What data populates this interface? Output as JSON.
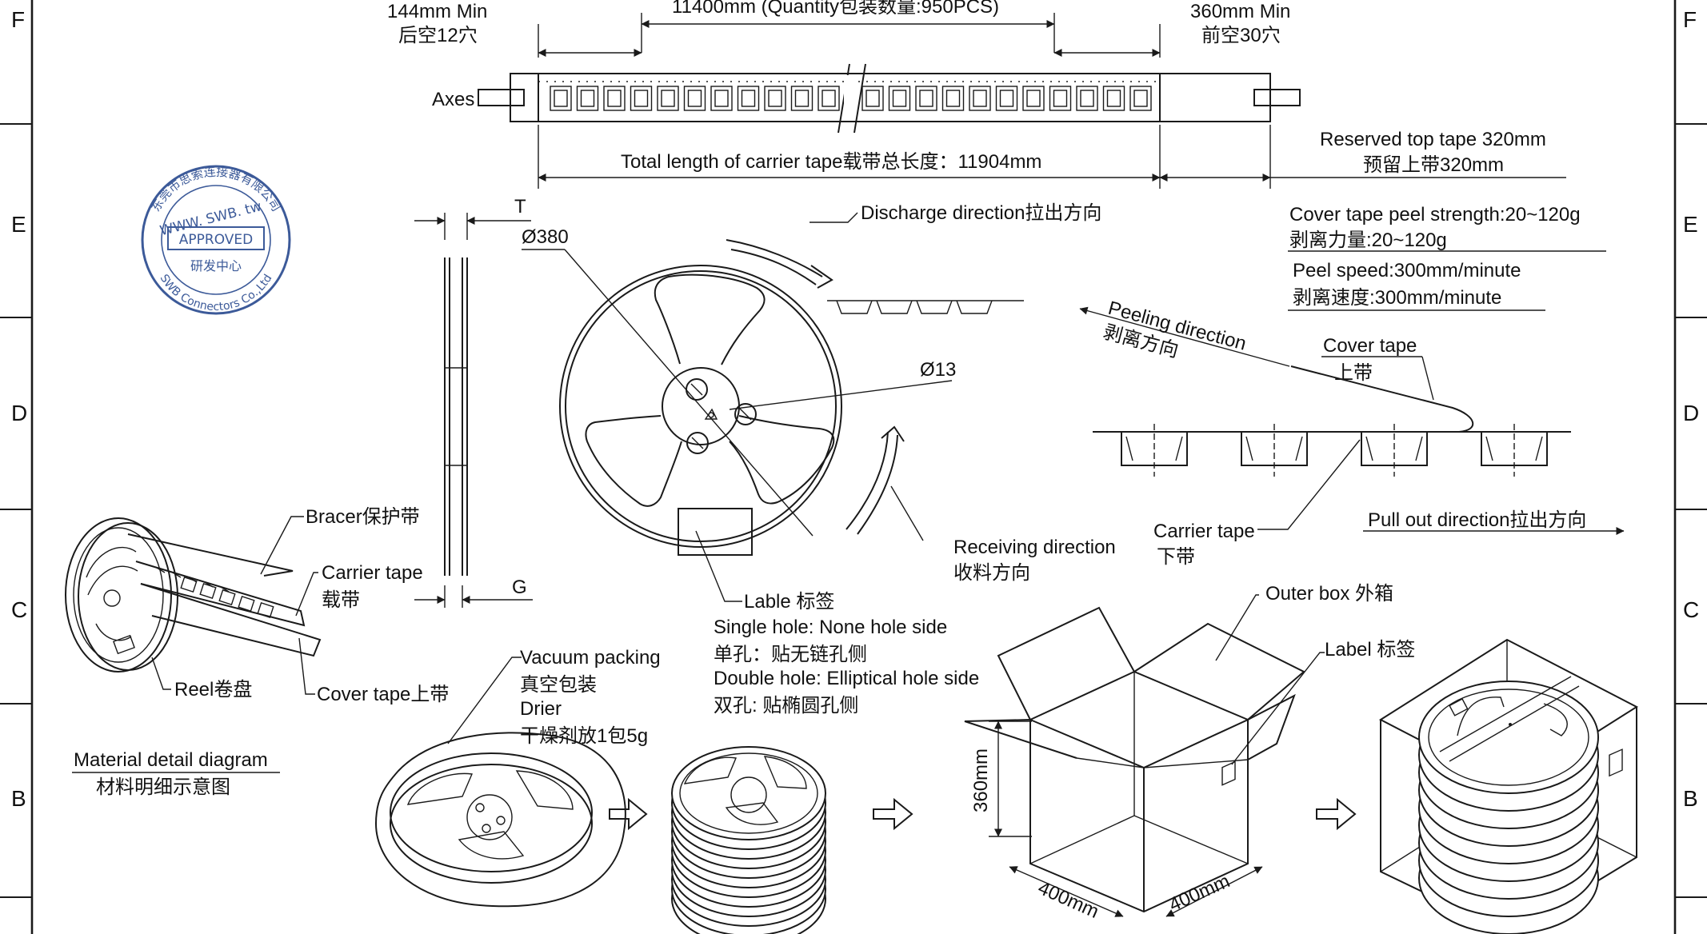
{
  "frame": {
    "zone_letters": [
      "F",
      "E",
      "D",
      "C",
      "B"
    ]
  },
  "tape_dims": {
    "left_min": "144mm Min",
    "left_cn": "后空12穴",
    "mid_length": "11400mm (Quantity包装数量:950PCS)",
    "right_min": "360mm Min",
    "right_cn": "前空30穴",
    "axes": "Axes",
    "total_length": "Total length of carrier tape载带总长度：11904mm",
    "reserved_en": "Reserved top tape 320mm",
    "reserved_cn": "预留上带320mm"
  },
  "stamp": {
    "company_cn": "东莞市思索连接器有限公司",
    "site": "WWW. SWB. tw",
    "status": "APPROVED",
    "dept": "研发中心",
    "company_en": "SWB Connectors Co.,Ltd"
  },
  "reel": {
    "t_label": "T",
    "g_label": "G",
    "dia_outer": "Ø380",
    "dia_hole": "Ø13",
    "discharge": "Discharge direction拉出方向",
    "receiving_en": "Receiving direction",
    "receiving_cn": "收料方向",
    "label_title": "Lable 标签",
    "single_en": "Single hole: None hole side",
    "single_cn": "单孔：贴无链孔侧",
    "double_en": "Double hole: Elliptical hole side",
    "double_cn": "双孔: 贴椭圆孔侧"
  },
  "peel": {
    "strength_en": "Cover tape peel strength:20~120g",
    "strength_cn": "剥离力量:20~120g",
    "speed_en": "Peel speed:300mm/minute",
    "speed_cn": "剥离速度:300mm/minute",
    "peeling_en": "Peeling direction",
    "peeling_cn": "剥离方向",
    "cover_en": "Cover tape",
    "cover_cn": "上带",
    "carrier_en": "Carrier tape",
    "carrier_cn": "下带",
    "pull_out": "Pull out direction拉出方向"
  },
  "materials": {
    "bracer": "Bracer保护带",
    "carrier_en": "Carrier tape",
    "carrier_cn": "载带",
    "reel": "Reel卷盘",
    "cover": "Cover tape上带",
    "title_en": "Material detail diagram",
    "title_cn": "材料明细示意图"
  },
  "packing": {
    "vacuum_en": "Vacuum packing",
    "vacuum_cn": "真空包装",
    "drier_en": "Drier",
    "drier_cn": "干燥剂放1包5g",
    "outer_box": "Outer box 外箱",
    "label": "Label 标签",
    "height": "360mm",
    "width": "400mm",
    "depth": "400mm"
  }
}
